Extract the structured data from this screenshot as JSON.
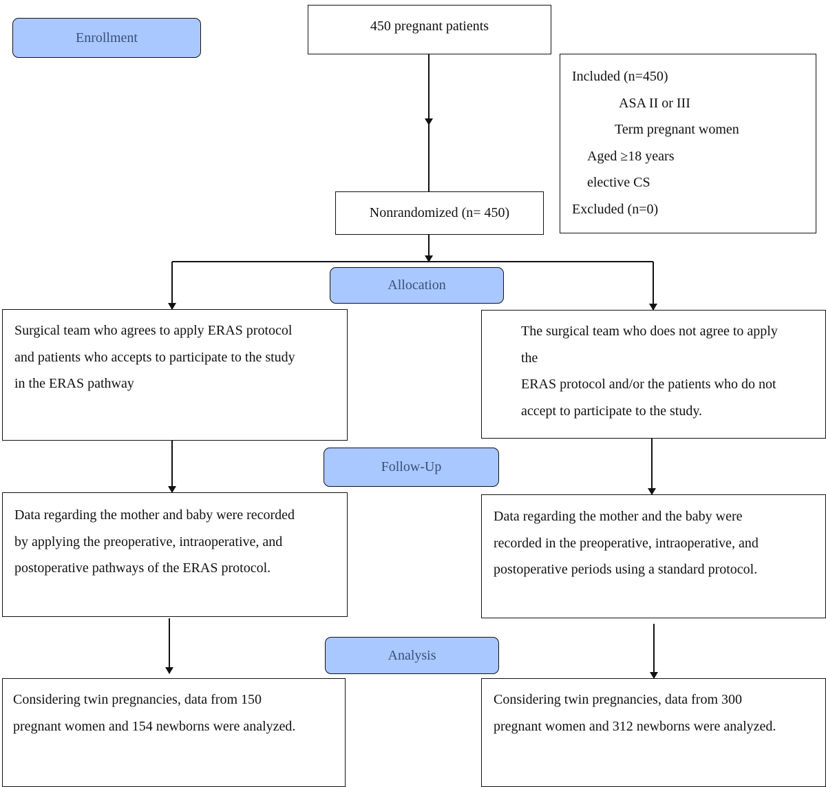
{
  "stages": {
    "enrollment": "Enrollment",
    "allocation": "Allocation",
    "follow_up": "Follow-Up",
    "analysis": "Analysis"
  },
  "top_box": "450 pregnant patients",
  "middle_box": "Nonrandomized (n= 450)",
  "criteria": {
    "included": "Included (n=450)",
    "items": [
      {
        "bullet": "",
        "text": "ASA II or III"
      },
      {
        "bullet": "",
        "text": "Term pregnant women"
      },
      {
        "bullet": "",
        "text": "Aged ≥18 years"
      },
      {
        "bullet": "",
        "text": "elective CS"
      }
    ],
    "excluded": "Excluded (n=0)"
  },
  "allocation_left": [
    "Surgical team who agrees to apply ERAS protocol",
    "and patients who accepts to participate to the study",
    "in the ERAS pathway"
  ],
  "allocation_right": [
    "The surgical team who does not agree to apply",
    "the",
    "ERAS protocol and/or the patients who do not",
    "accept to participate to the study."
  ],
  "followup_left": [
    "Data regarding the mother and baby were recorded",
    "by applying the preoperative, intraoperative, and",
    "postoperative pathways of the ERAS protocol."
  ],
  "followup_right": [
    "Data regarding the mother and the baby were",
    "recorded in the preoperative, intraoperative, and",
    "postoperative periods using a standard protocol."
  ],
  "analysis_left": [
    "Considering twin pregnancies, data from 150",
    "pregnant women and 154 newborns were analyzed."
  ],
  "analysis_right": [
    "Considering twin pregnancies, data from 300",
    "pregnant women and 312 newborns were analyzed."
  ]
}
